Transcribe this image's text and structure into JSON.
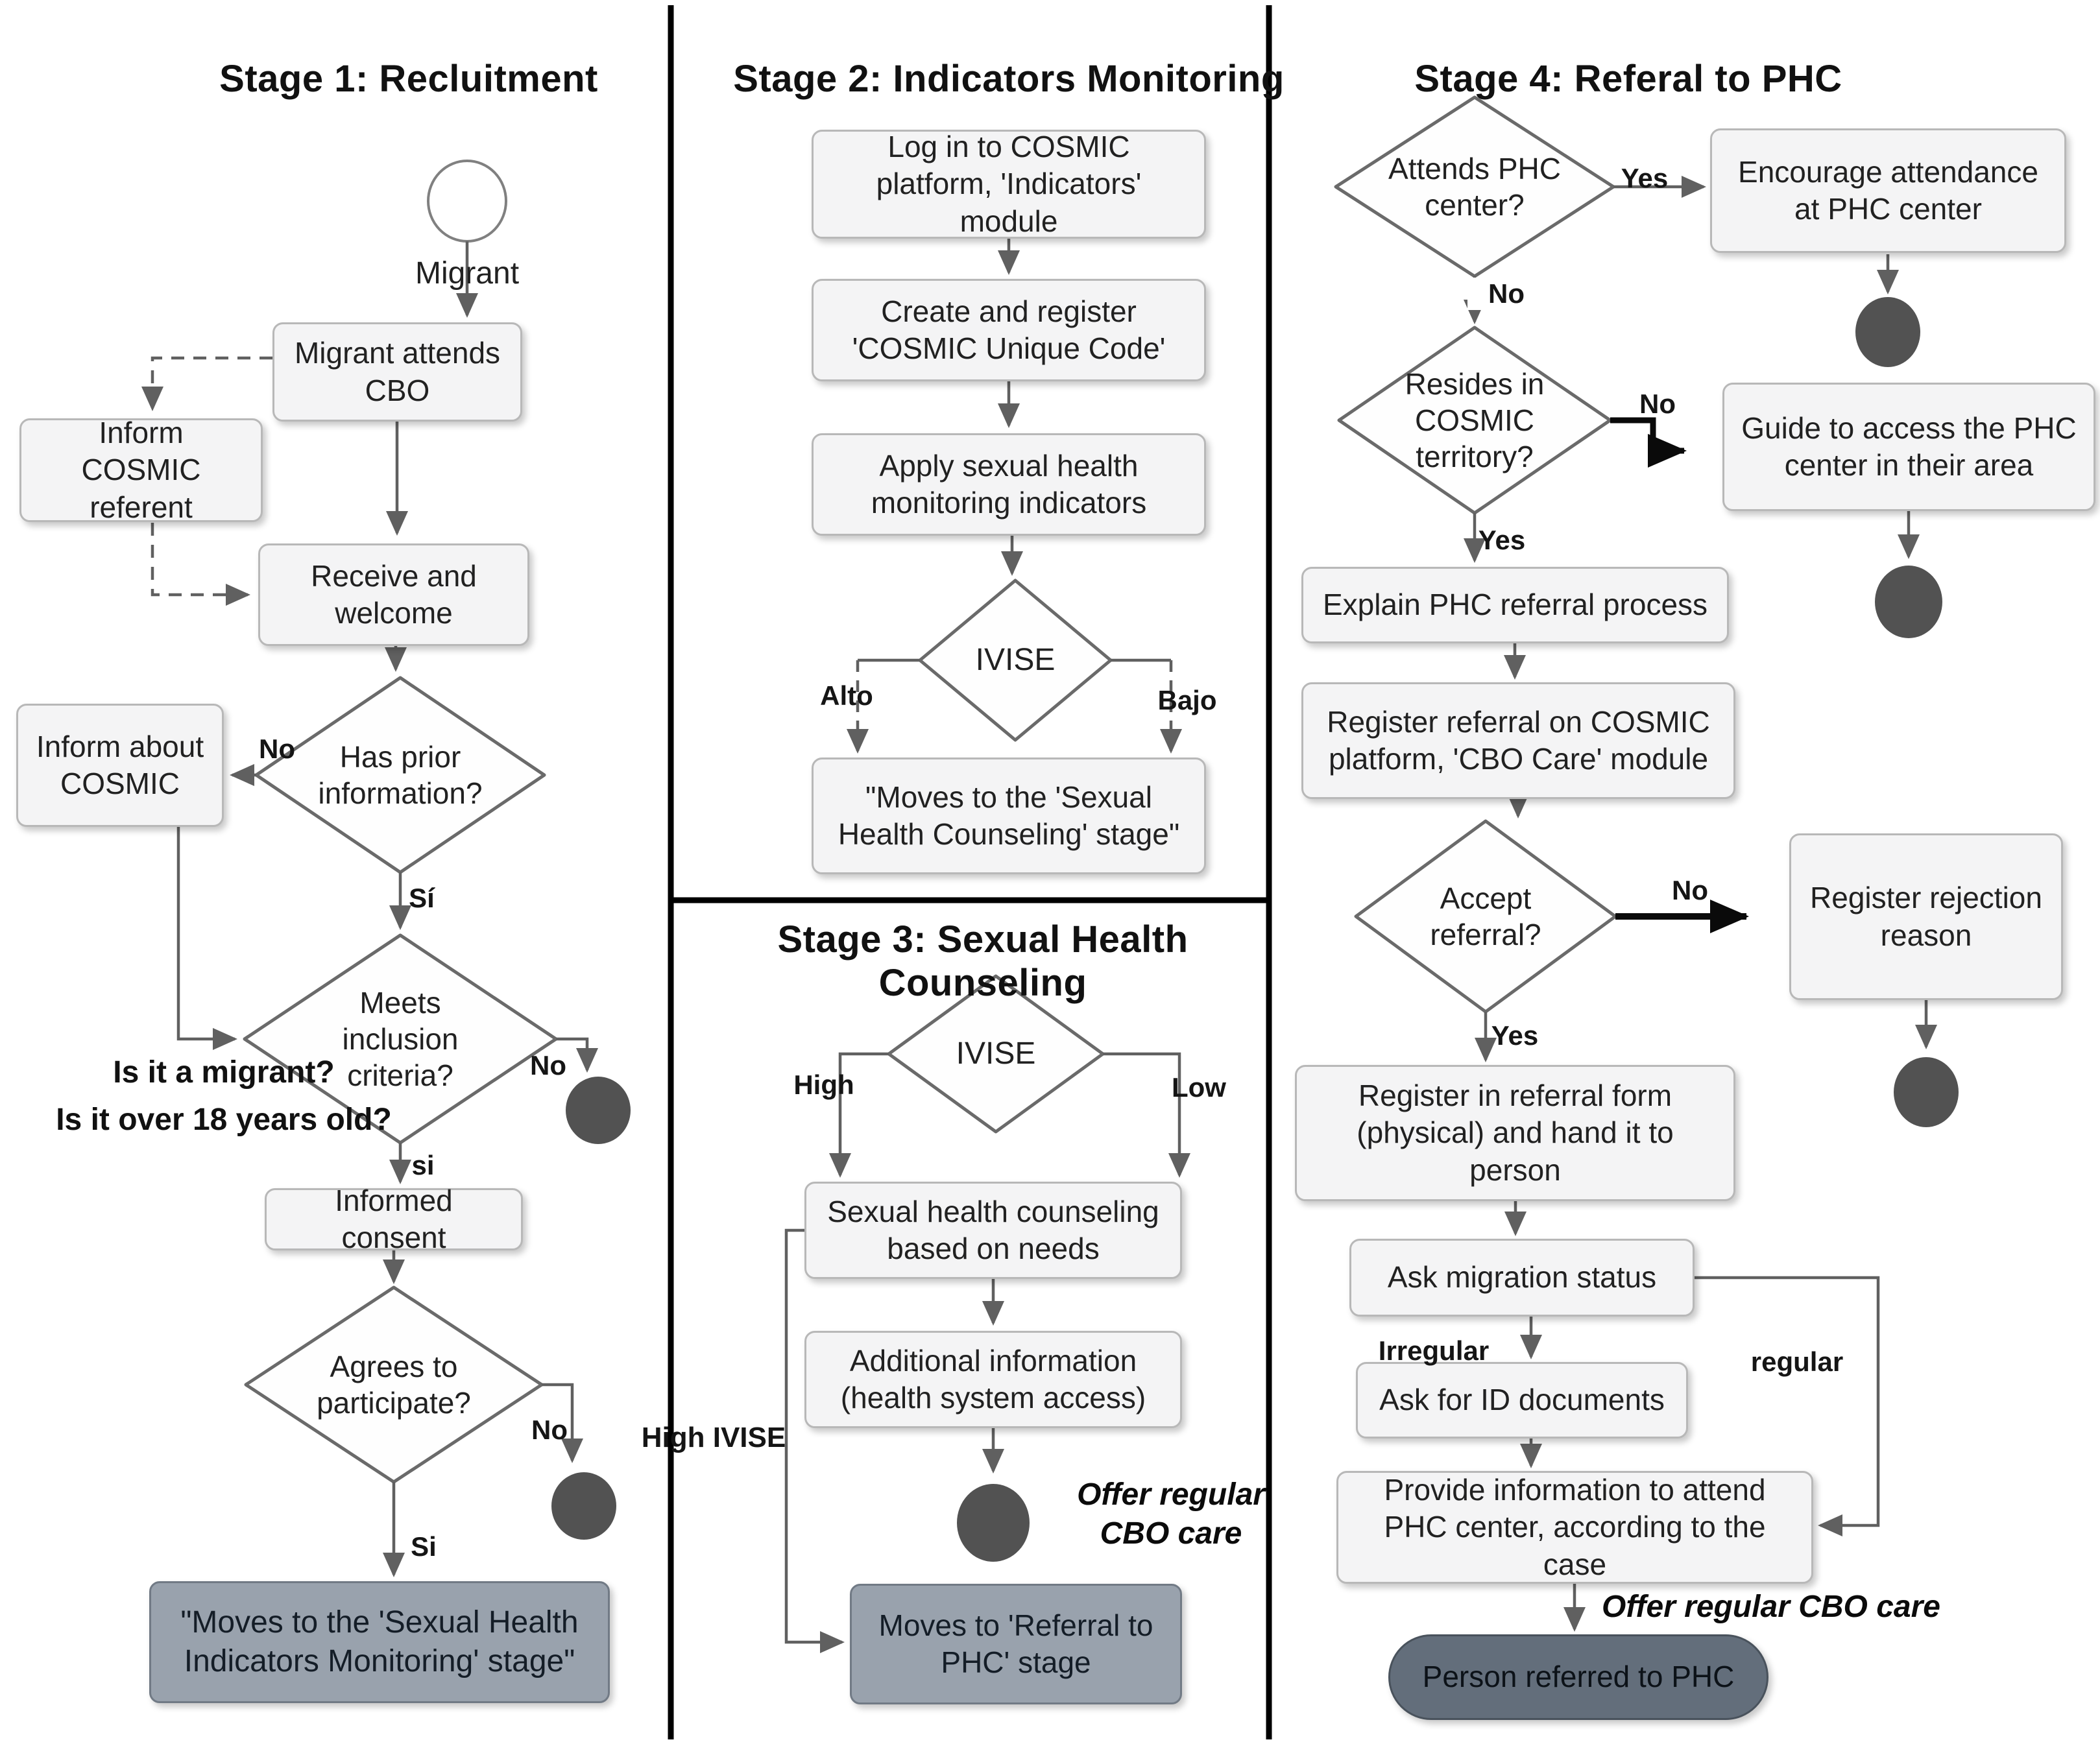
{
  "stage1": {
    "title": "Stage 1: Recluitment",
    "start_label": "Migrant",
    "attends_cbo": "Migrant attends CBO",
    "inform_referent": "Inform COSMIC referent",
    "receive_welcome": "Receive and welcome",
    "has_prior_info": "Has prior information?",
    "inform_about_cosmic": "Inform about COSMIC",
    "no_prior": "No",
    "yes_prior": "Sí",
    "meets_criteria": "Meets inclusion criteria?",
    "criteria_note_1": "Is it a migrant?",
    "criteria_note_2": "Is it over 18 years old?",
    "no_criteria": "No",
    "yes_criteria": "si",
    "informed_consent": "Informed consent",
    "agrees_participate": "Agrees to participate?",
    "no_agree": "No",
    "yes_agree": "Si",
    "moves_next": "\"Moves to the 'Sexual Health Indicators Monitoring' stage\""
  },
  "stage2": {
    "title": "Stage 2: Indicators Monitoring",
    "login": "Log in to COSMIC platform, 'Indicators' module",
    "create_code": "Create and register 'COSMIC Unique Code'",
    "apply_indicators": "Apply sexual health monitoring indicators",
    "ivise": "IVISE",
    "alto": "Alto",
    "bajo": "Bajo",
    "moves_next": "\"Moves to the 'Sexual Health Counseling' stage\""
  },
  "stage3": {
    "title": "Stage 3: Sexual Health Counseling",
    "ivise": "IVISE",
    "high": "High",
    "low": "Low",
    "counseling": "Sexual health counseling based on needs",
    "additional_info": "Additional information (health system access)",
    "offer_note": "Offer regular CBO care",
    "high_ivise": "High IVISE",
    "moves_next": "Moves to 'Referral to PHC' stage"
  },
  "stage4": {
    "title": "Stage 4: Referal to PHC",
    "attends_phc": "Attends PHC center?",
    "yes_attends": "Yes",
    "encourage": "Encourage attendance at PHC center",
    "no_attends": "No",
    "resides": "Resides in COSMIC territory?",
    "no_resides": "No",
    "guide": "Guide to access the PHC center in their area",
    "yes_resides": "Yes",
    "explain": "Explain PHC referral process",
    "register_referral": "Register referral on COSMIC platform, 'CBO Care' module",
    "accept_referral": "Accept referral?",
    "no_accept": "No",
    "rejection_reason": "Register rejection reason",
    "yes_accept": "Yes",
    "referral_form": "Register in referral form (physical) and hand it to person",
    "ask_migration": "Ask migration status",
    "irregular": "Irregular",
    "regular": "regular",
    "ask_id": "Ask for ID documents",
    "provide_info": "Provide information to attend PHC center, according to the case",
    "offer_note": "Offer regular CBO care",
    "person_referred": "Person referred to PHC"
  },
  "colors": {
    "node_fill": "#f4f4f5",
    "stage_box_fill": "#99a2ad",
    "pill_fill": "#636e7b",
    "edge": "#606060",
    "edge_black": "#0a0a0a",
    "end_dot": "#525252",
    "divider": "#000000"
  }
}
